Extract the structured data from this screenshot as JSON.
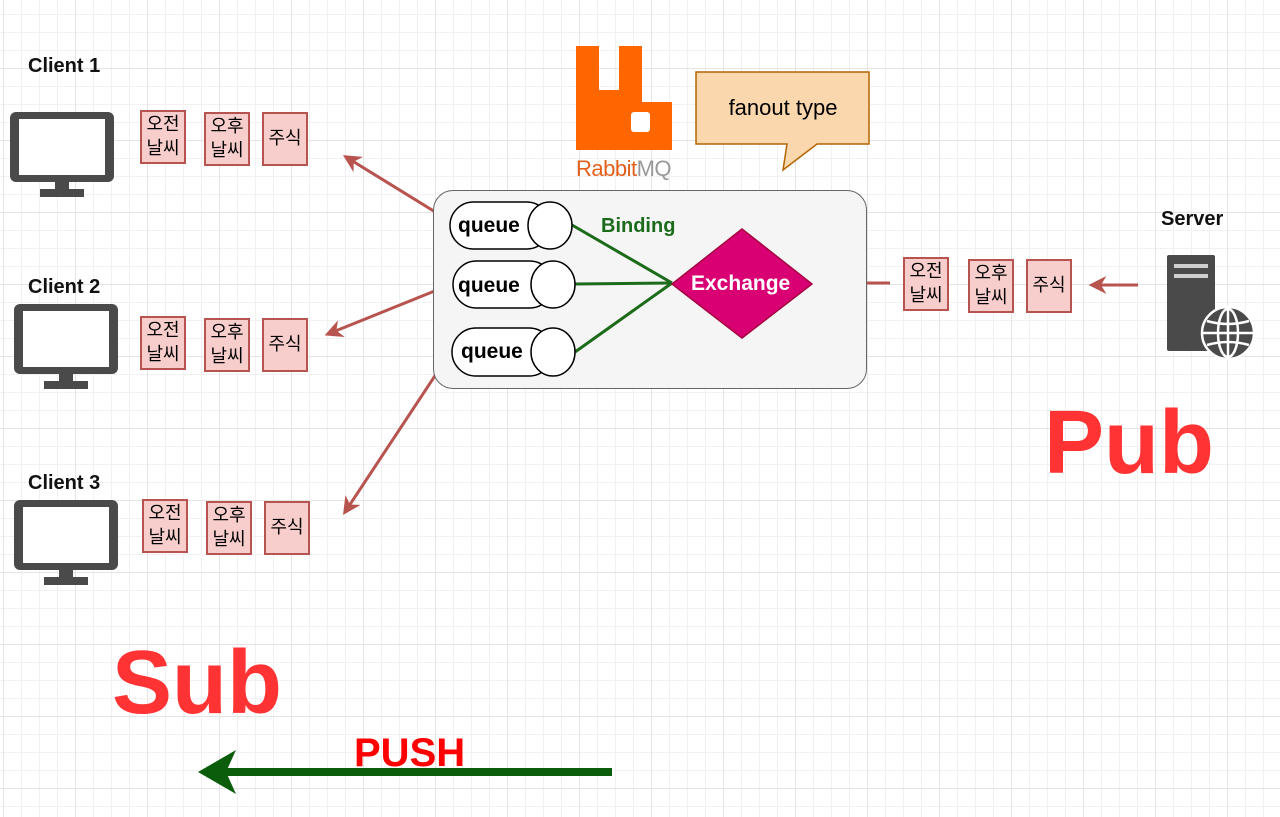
{
  "clients": [
    {
      "name": "Client 1",
      "messages": [
        "오전\n날씨",
        "오후\n날씨",
        "주식"
      ]
    },
    {
      "name": "Client 2",
      "messages": [
        "오전\n날씨",
        "오후\n날씨",
        "주식"
      ]
    },
    {
      "name": "Client 3",
      "messages": [
        "오전\n날씨",
        "오후\n날씨",
        "주식"
      ]
    }
  ],
  "server": {
    "name": "Server",
    "messages": [
      "오전\n날씨",
      "오후\n날씨",
      "주식"
    ]
  },
  "broker": {
    "logo_text_1": "Rabbit",
    "logo_text_2": "MQ",
    "callout": "fanout type",
    "queues": [
      "queue",
      "queue",
      "queue"
    ],
    "binding_label": "Binding",
    "exchange_label": "Exchange"
  },
  "labels": {
    "pub": "Pub",
    "sub": "Sub",
    "push": "PUSH"
  },
  "colors": {
    "message_fill": "#f8cecc",
    "message_border": "#b85450",
    "arrow": "#b85450",
    "binding": "#1b6b1b",
    "exchange": "#d80073",
    "accent_red": "#ff3333",
    "push_arrow": "#0b5d0b",
    "rabbit_orange": "#ff6600"
  },
  "icons": [
    "monitor-icon",
    "server-icon",
    "globe-icon",
    "rabbitmq-logo-icon"
  ]
}
